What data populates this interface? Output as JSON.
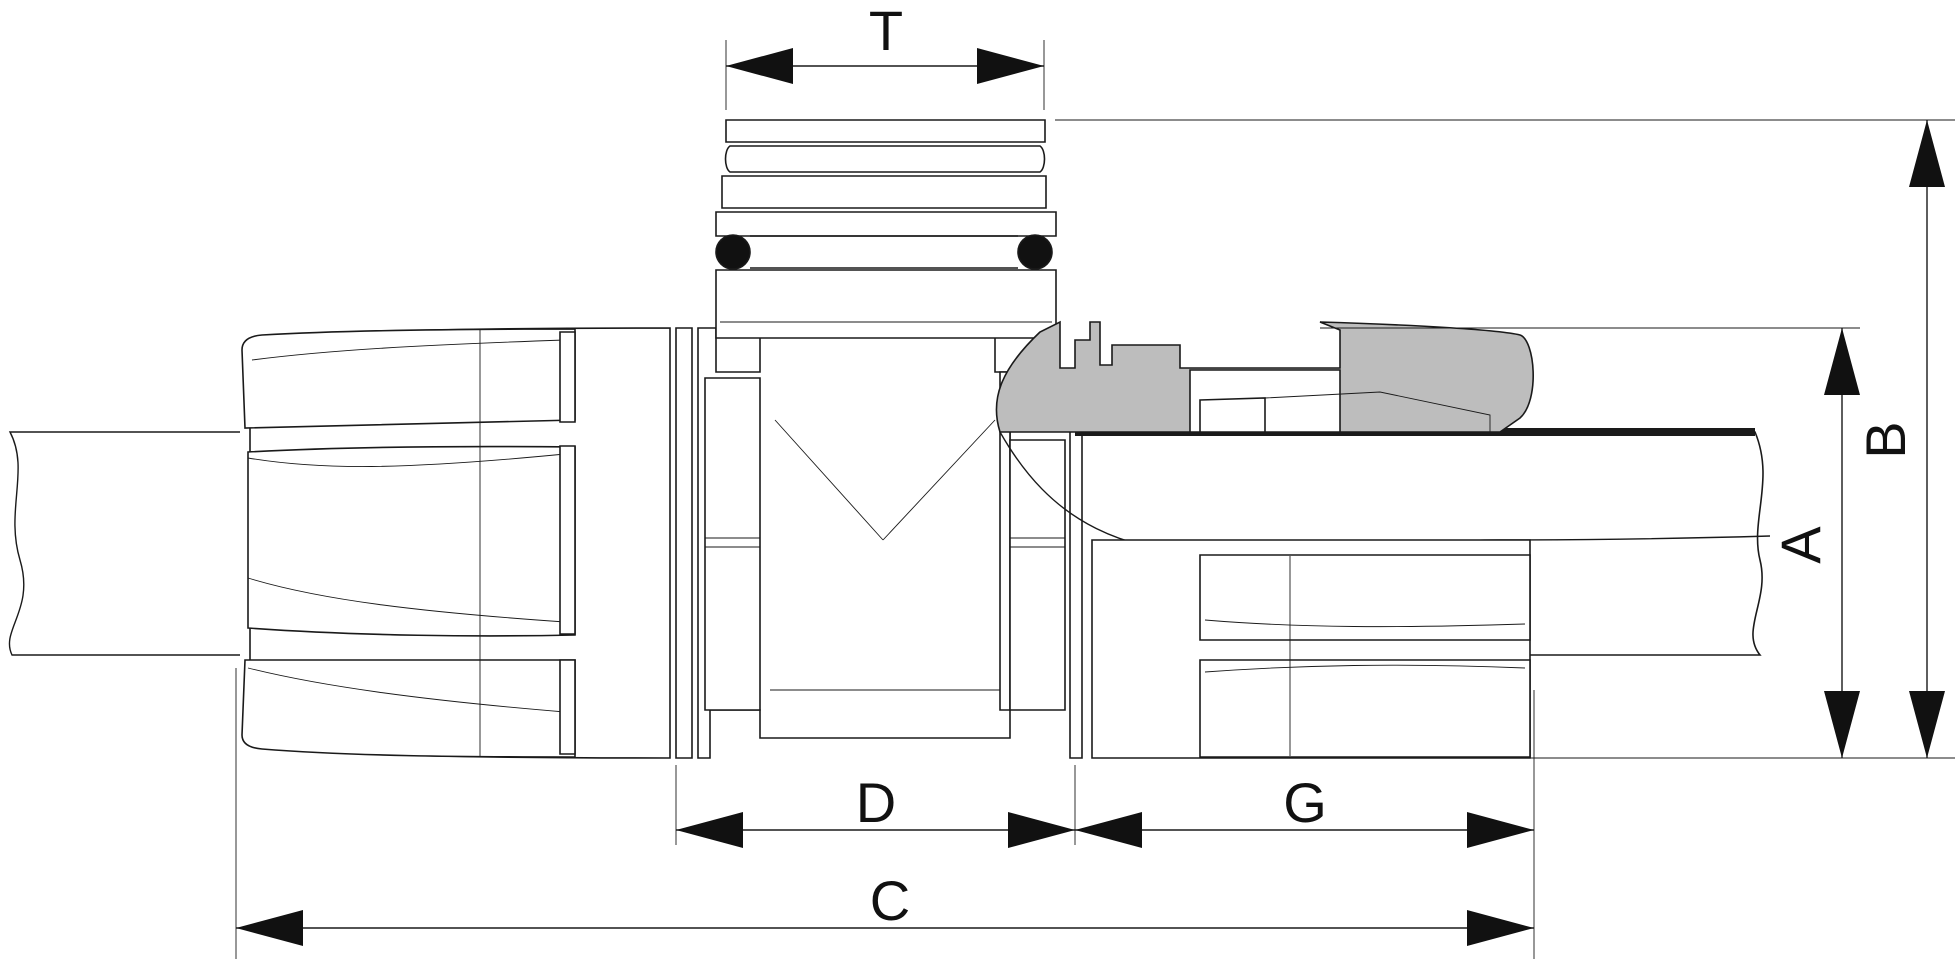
{
  "drawing": {
    "dimension_labels": {
      "T": "T",
      "A": "A",
      "B": "B",
      "C": "C",
      "D": "D",
      "G": "G"
    },
    "colors": {
      "line": "#1a1a1a",
      "section_fill": "#bdbdbd",
      "background": "#ffffff"
    }
  }
}
